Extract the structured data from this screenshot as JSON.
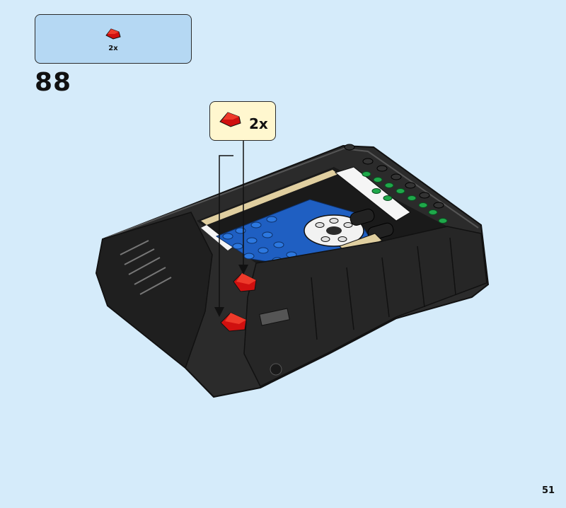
{
  "parts_list": {
    "quantity": "2x",
    "part_icon": "red-slope-brick-icon",
    "part_color": "#d0100f"
  },
  "step": {
    "number": "88"
  },
  "callout": {
    "quantity": "2x",
    "part_icon": "red-slope-brick-icon"
  },
  "page": {
    "number": "51"
  },
  "colors": {
    "background": "#d5ebfa",
    "parts_box": "#b5d8f3",
    "callout_box": "#fff7cf",
    "model_body": "#2b2b2b",
    "accent_red": "#d0100f",
    "accent_blue": "#1f5fc2",
    "accent_green": "#1fa84a",
    "accent_tan": "#e0cfa0"
  }
}
